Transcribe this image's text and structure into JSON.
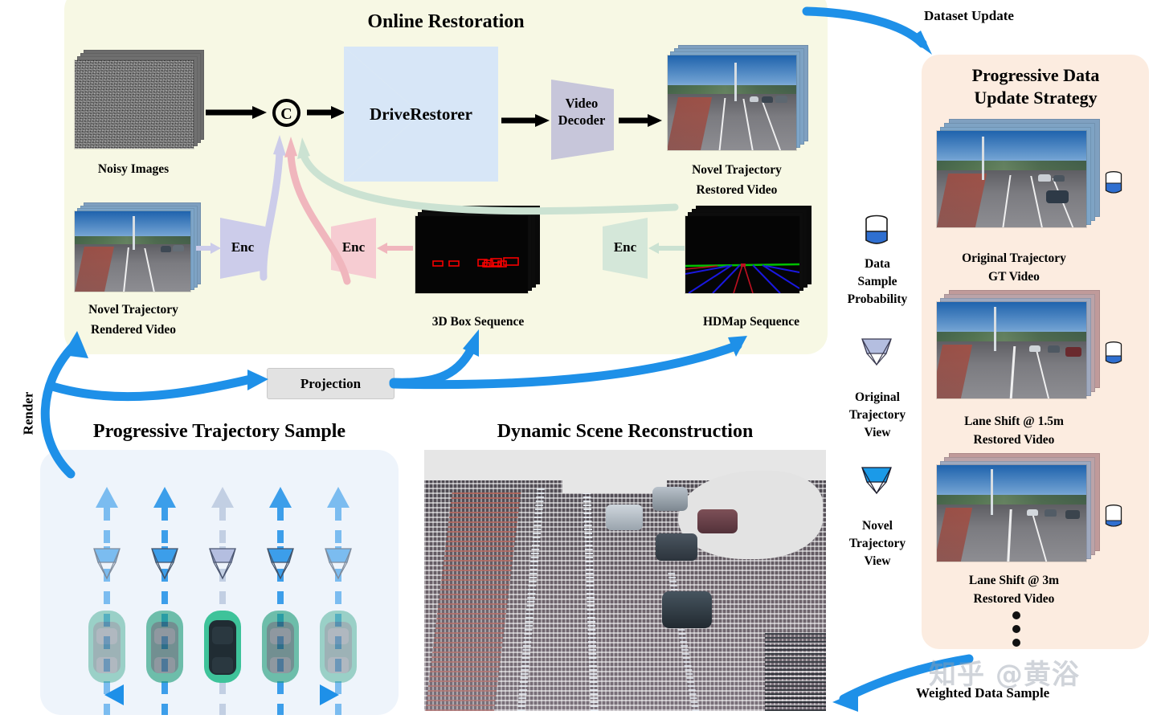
{
  "diagram": {
    "watermark": "知乎 @黄浴",
    "online_panel": {
      "title": "Online Restoration",
      "noisy_images_label": "Noisy Images",
      "concat_symbol": "C",
      "drive_restorer_label": "DriveRestorer",
      "video_decoder_label": "Video\nDecoder",
      "video_decoder_line1": "Video",
      "video_decoder_line2": "Decoder",
      "restored_video_line1": "Novel Trajectory",
      "restored_video_line2": "Restored Video",
      "rendered_video_line1": "Novel Trajectory",
      "rendered_video_line2": "Rendered Video",
      "box_sequence_label": "3D Box Sequence",
      "hdmap_sequence_label": "HDMap Sequence",
      "encoder_label": "Enc",
      "encoders": [
        {
          "name": "rgb-encoder",
          "label": "Enc",
          "color": "#ccccea"
        },
        {
          "name": "box-encoder",
          "label": "Enc",
          "color": "#f6ccd2"
        },
        {
          "name": "hdmap-encoder",
          "label": "Enc",
          "color": "#d4e7d9"
        }
      ]
    },
    "projection_label": "Projection",
    "render_label": "Render",
    "dataset_update_label": "Dataset Update",
    "weighted_data_sample_label": "Weighted Data Sample",
    "trajectory_panel": {
      "title": "Progressive Trajectory Sample",
      "lanes": [
        {
          "name": "lane-1",
          "type": "novel",
          "opacity": 0.45
        },
        {
          "name": "lane-2",
          "type": "novel",
          "opacity": 0.7
        },
        {
          "name": "lane-3",
          "type": "original",
          "opacity": 1.0
        },
        {
          "name": "lane-4",
          "type": "novel",
          "opacity": 0.7
        },
        {
          "name": "lane-5",
          "type": "novel",
          "opacity": 0.45
        }
      ]
    },
    "scene_panel": {
      "title": "Dynamic Scene Reconstruction"
    },
    "legend": {
      "items": [
        {
          "name": "data-sample-probability",
          "icon": "beaker-icon",
          "label": "Data\nSample\nProbability",
          "line1": "Data",
          "line2": "Sample",
          "line3": "Probability",
          "fill": 0.45,
          "color": "#2f6fd0"
        },
        {
          "name": "original-trajectory-view",
          "icon": "camera-frustum-icon",
          "label": "Original\nTrajectory\nView",
          "line1": "Original",
          "line2": "Trajectory",
          "line3": "View",
          "color": "#b4bee0"
        },
        {
          "name": "novel-trajectory-view",
          "icon": "camera-frustum-icon",
          "label": "Novel\nTrajectory\nView",
          "line1": "Novel",
          "line2": "Trajectory",
          "line3": "View",
          "color": "#1b9ae8"
        }
      ]
    },
    "right_panel": {
      "title_line1": "Progressive Data",
      "title_line2": "Update Strategy",
      "ellipsis": "⋮",
      "entries": [
        {
          "name": "original-trajectory-gt-video",
          "line1": "Original Trajectory",
          "line2": "GT Video",
          "probability": 0.42
        },
        {
          "name": "lane-shift-1p5m-restored-video",
          "line1": "Lane Shift @ 1.5m",
          "line2": "Restored Video",
          "probability": 0.3
        },
        {
          "name": "lane-shift-3m-restored-video",
          "line1": "Lane Shift @ 3m",
          "line2": "Restored Video",
          "probability": 0.24
        }
      ]
    },
    "colors": {
      "online_panel_bg": "#f7f8e4",
      "right_panel_bg": "#fcece0",
      "trajectory_panel_bg": "#eef4fb",
      "flow_blue": "#1e90e8",
      "drive_restorer": "#d7e6f7",
      "video_decoder": "#c7c6da",
      "projection_bg": "#e2e2e2",
      "beaker_fill": "#2f6fd0"
    }
  }
}
